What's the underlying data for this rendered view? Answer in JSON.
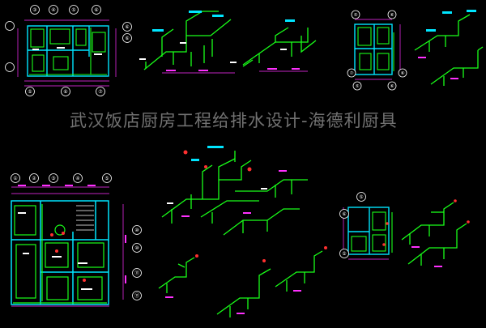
{
  "watermark": {
    "title": "武汉饭店厨房工程给排水设计-海德利厨具"
  },
  "axis_bubbles": {
    "plan_tl_top": [
      "③",
      "④",
      "⑤",
      "⑥"
    ],
    "plan_tl_right": [
      "⑥",
      "⑥"
    ],
    "plan_tl_bottom": [
      "⑤",
      "⑥",
      "⑦"
    ],
    "plan_tr_top": [
      "⑤",
      "⑥"
    ],
    "plan_tr_right": [
      "⑥"
    ],
    "plan_tr_left": [
      "⑦"
    ],
    "plan_tr_bottom": [
      "⑤",
      "⑥"
    ],
    "plan_bl_top": [
      "①",
      "②",
      "③",
      "④",
      "⑤"
    ],
    "plan_bl_right": [
      "⑩",
      "⑩",
      "⑪",
      "⑪"
    ],
    "plan_br_top": [
      "⑤"
    ],
    "plan_br_left": [
      "⑥",
      "⑤"
    ]
  },
  "colors": {
    "background": "#000000",
    "pipe": "#19ff19",
    "wall": "#00e5ff",
    "dimension": "#ff30ff",
    "text": "#ffffff",
    "marker": "#ff3030",
    "tag": "#ffe14d",
    "watermark": "#8a8a8a"
  }
}
